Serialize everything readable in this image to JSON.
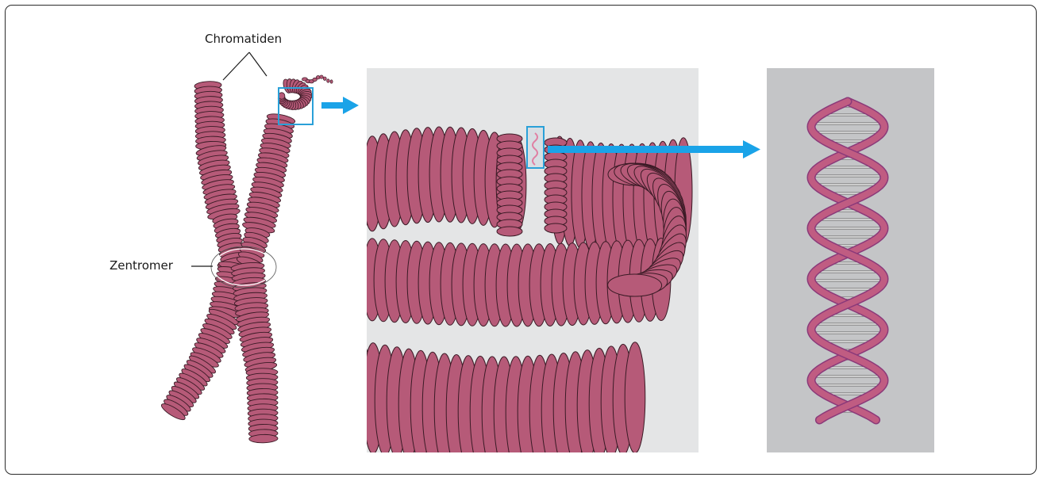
{
  "labels": {
    "chromatids": "Chromatiden",
    "centromere": "Zentromer"
  },
  "colors": {
    "coil_fill": "#b65a78",
    "coil_stroke": "#3a1a25",
    "panel_middle_bg": "#e4e5e6",
    "panel_right_bg": "#c4c5c7",
    "arrow": "#1aa3e8",
    "highlight_box": "#2aa0d8",
    "dna_backbone_front": "#c05c82",
    "dna_backbone_back": "#8b3a7a",
    "dna_rungs": "#e8e8e8"
  },
  "panels": [
    {
      "name": "chromosome"
    },
    {
      "name": "supercoiled chromatin"
    },
    {
      "name": "dna double helix"
    }
  ]
}
